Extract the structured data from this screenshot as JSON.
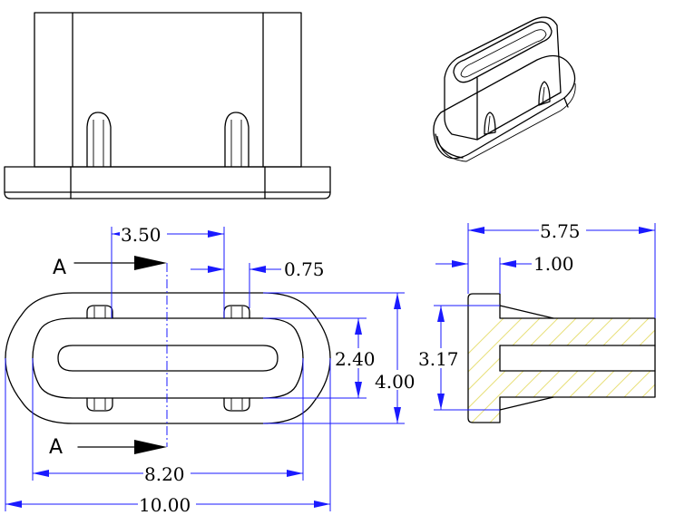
{
  "dimensions": {
    "length_overall": "10.00",
    "length_inner": "8.20",
    "slot_spacing": "3.50",
    "rib_width": "0.75",
    "width_overall": "4.00",
    "width_inner": "2.40",
    "section_height": "3.17",
    "section_length": "5.75",
    "flange_thickness": "1.00"
  },
  "section_labels": {
    "top": "A",
    "bottom": "A"
  },
  "colors": {
    "dimension_line": "#1a1aff",
    "hatch": "#e8e07a",
    "outline": "#000000"
  }
}
